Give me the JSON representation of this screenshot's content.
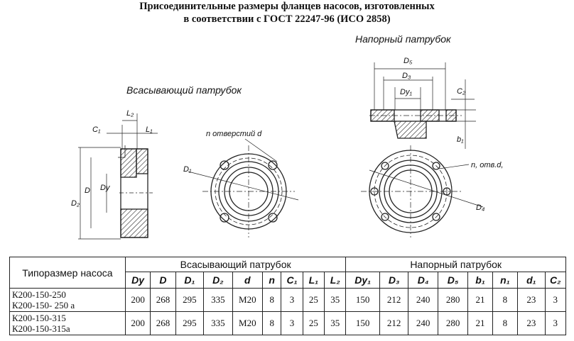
{
  "title": {
    "line1": "Присоединительные размеры фланцев насосов, изготовленных",
    "line2": "в соответствии с ГОСТ 22247-96 (ИСО 2858)"
  },
  "drawings": {
    "discharge_caption": "Напорный патрубок",
    "suction_caption": "Всасывающий патрубок",
    "suction_holes_label": "n отверстий d",
    "discharge_holes_label": "n, отв.d,",
    "labels": {
      "c1": "C₁",
      "l2": "L₂",
      "l1": "L₁",
      "d1": "D₁",
      "d2": "D₂",
      "d": "D",
      "dy": "Dy",
      "d5": "D₅",
      "d3": "D₃",
      "dy1": "Dy₁",
      "c2": "C₂",
      "b1": "b₁",
      "d4": "D₄"
    }
  },
  "table": {
    "group_headers": {
      "model": "Типоразмер насоса",
      "suction": "Всасывающий патрубок",
      "discharge": "Напорный патрубок"
    },
    "columns": [
      "Dy",
      "D",
      "D₁",
      "D₂",
      "d",
      "n",
      "C₁",
      "L₁",
      "L₂",
      "Dy₁",
      "D₃",
      "D₄",
      "D₅",
      "b₁",
      "n₁",
      "d₁",
      "C₂"
    ],
    "rows": [
      {
        "models": [
          "К200-150-250",
          "К200-150- 250 а"
        ],
        "values": [
          "200",
          "268",
          "295",
          "335",
          "М20",
          "8",
          "3",
          "25",
          "35",
          "150",
          "212",
          "240",
          "280",
          "21",
          "8",
          "23",
          "3"
        ]
      },
      {
        "models": [
          "К200-150-315",
          "К200-150-315а"
        ],
        "values": [
          "200",
          "268",
          "295",
          "335",
          "М20",
          "8",
          "3",
          "25",
          "35",
          "150",
          "212",
          "240",
          "280",
          "21",
          "8",
          "23",
          "3"
        ]
      }
    ]
  }
}
